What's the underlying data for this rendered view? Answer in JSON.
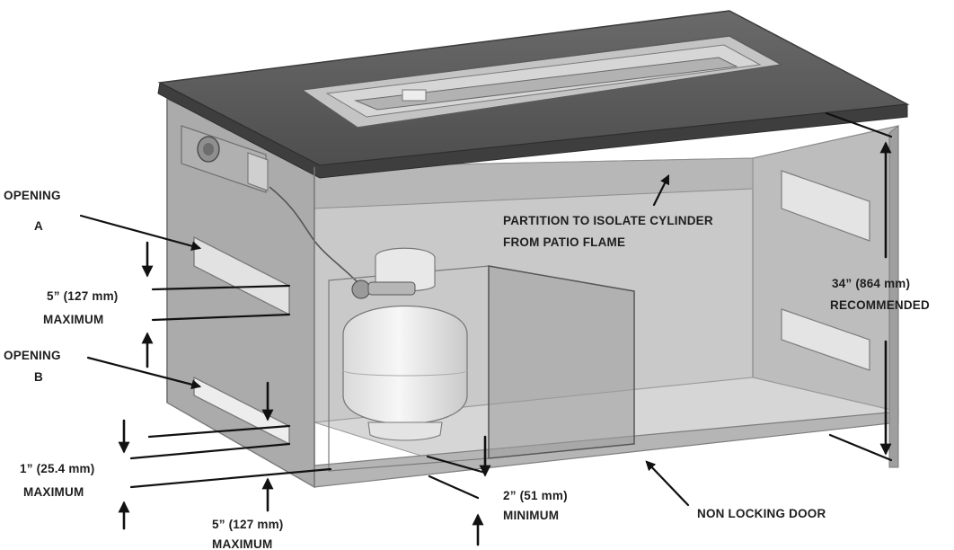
{
  "labels": {
    "opening_a_line1": "OPENING",
    "opening_a_line2": "A",
    "opening_b_line1": "OPENING",
    "opening_b_line2": "B",
    "open_a_max_line1": "5” (127 mm)",
    "open_a_max_line2": "MAXIMUM",
    "bottom_gap_line1": "1” (25.4 mm)",
    "bottom_gap_line2": "MAXIMUM",
    "bottom_open_line1": "5” (127 mm)",
    "bottom_open_line2": "MAXIMUM",
    "partition_line1": "PARTITION TO ISOLATE CYLINDER",
    "partition_line2": "FROM PATIO FLAME",
    "height_line1": "34” (864 mm)",
    "height_line2": "RECOMMENDED",
    "door_gap_line1": "2” (51 mm)",
    "door_gap_line2": "MINIMUM",
    "door_label": "NON LOCKING DOOR"
  },
  "colors": {
    "tabletop": "#5c5c5c",
    "tabletop_edge": "#3e3e3e",
    "body_front": "#b9b9b9",
    "body_side": "#a6a6a6",
    "interior": "#d2d2d2",
    "tank": "#f1f1f1",
    "burner": "#c8c8c8",
    "ink": "#111111"
  }
}
